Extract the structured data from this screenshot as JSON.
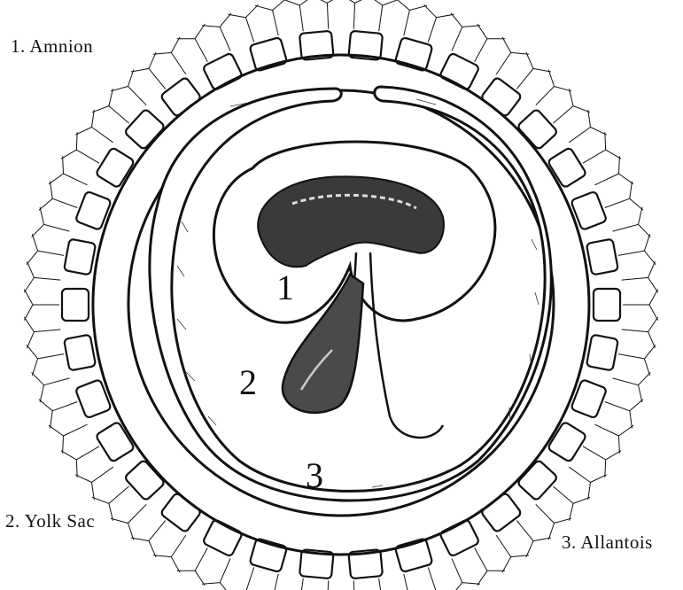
{
  "legend": [
    {
      "number": "1.",
      "label": "Amnion"
    },
    {
      "number": "2.",
      "label": "Yolk Sac"
    },
    {
      "number": "3.",
      "label": "Allantois"
    }
  ],
  "figure_numbers": {
    "amnion": "1",
    "yolk_sac": "2",
    "allantois": "3"
  },
  "colors": {
    "ink": "#111111",
    "background": "#ffffff"
  }
}
